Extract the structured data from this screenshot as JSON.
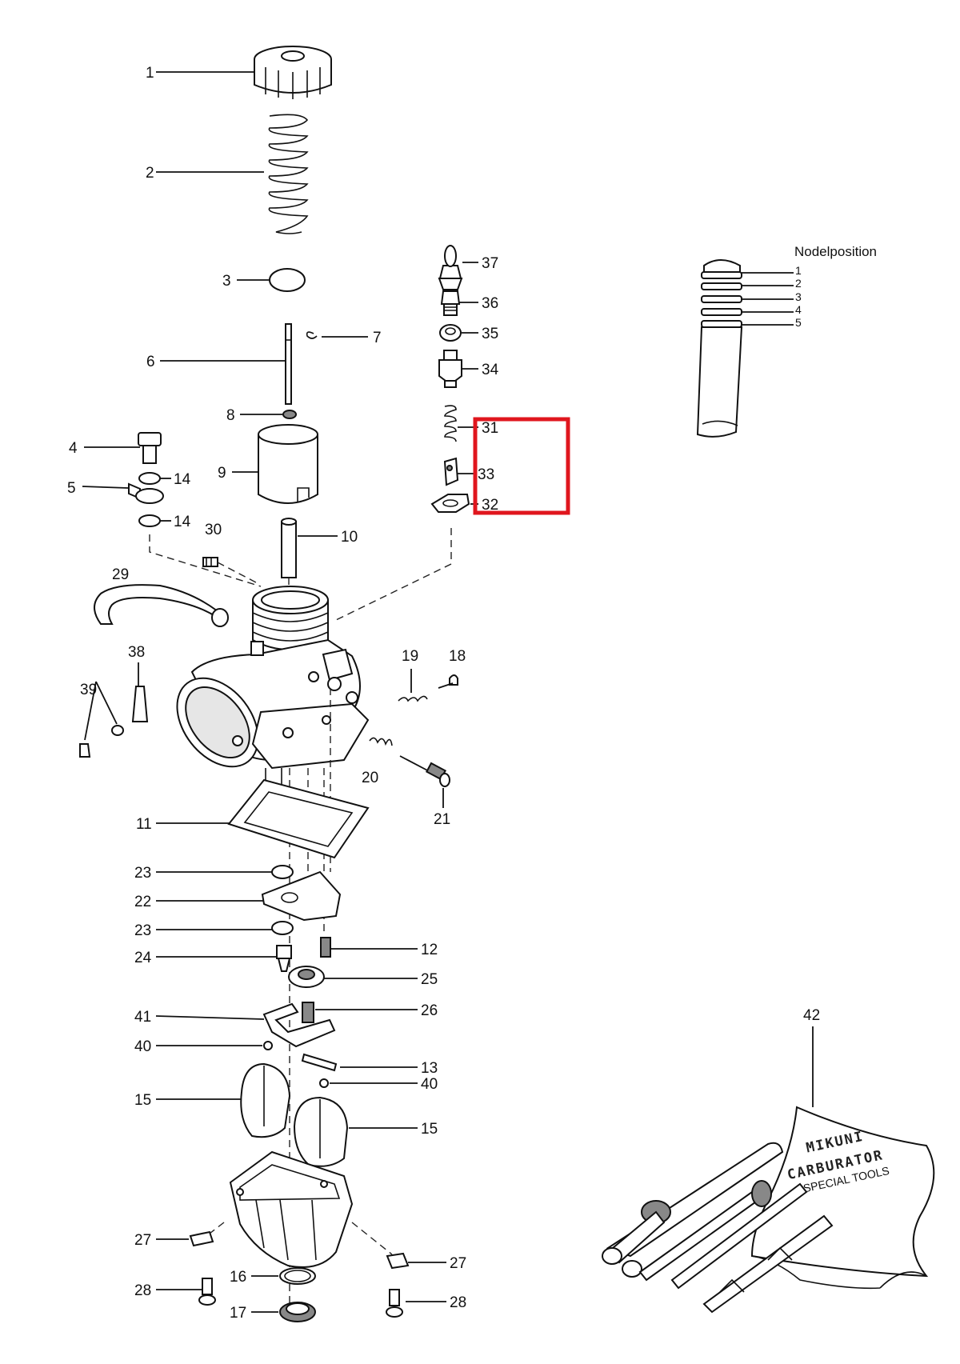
{
  "title": "Nodelposition",
  "needle_positions": [
    "1",
    "2",
    "3",
    "4",
    "5"
  ],
  "callouts": {
    "c1": "1",
    "c2": "2",
    "c3": "3",
    "c4": "4",
    "c5": "5",
    "c6": "6",
    "c7": "7",
    "c8": "8",
    "c9": "9",
    "c10": "10",
    "c11": "11",
    "c12": "12",
    "c13": "13",
    "c14a": "14",
    "c14b": "14",
    "c15a": "15",
    "c15b": "15",
    "c16": "16",
    "c17": "17",
    "c18": "18",
    "c19": "19",
    "c20": "20",
    "c21": "21",
    "c22": "22",
    "c23a": "23",
    "c23b": "23",
    "c24": "24",
    "c25": "25",
    "c26": "26",
    "c27a": "27",
    "c27b": "27",
    "c28a": "28",
    "c28b": "28",
    "c29": "29",
    "c30": "30",
    "c31": "31",
    "c32": "32",
    "c33": "33",
    "c34": "34",
    "c35": "35",
    "c36": "36",
    "c37": "37",
    "c38": "38",
    "c39": "39",
    "c40a": "40",
    "c40b": "40",
    "c41": "41",
    "c42": "42"
  },
  "tool_kit_text": {
    "brand": "MIKUNI",
    "line2": "CARBURATOR",
    "line3": "SPECIAL TOOLS"
  },
  "highlight_color": "#e0161e"
}
